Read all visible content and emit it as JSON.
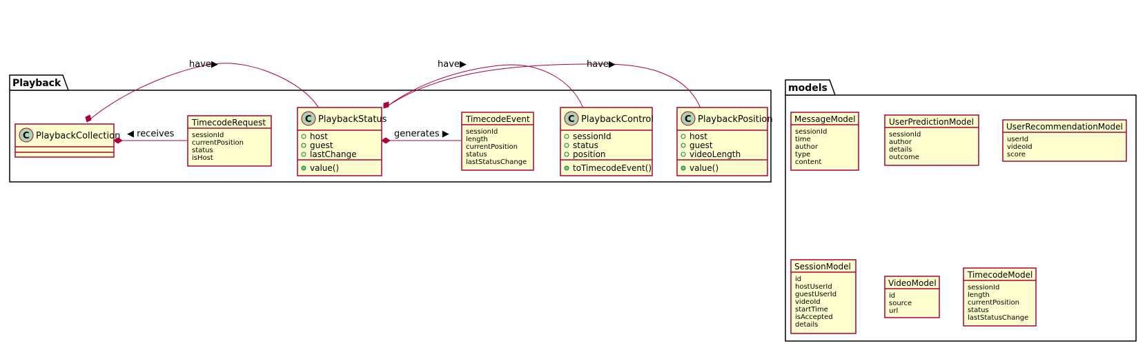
{
  "packages": {
    "playback": "Playback",
    "models": "models"
  },
  "classes": {
    "playbackCollection": {
      "name": "PlaybackCollection"
    },
    "timecodeRequest": {
      "name": "TimecodeRequest",
      "fields": [
        "sessionId",
        "currentPosition",
        "status",
        "isHost"
      ]
    },
    "playbackStatus": {
      "name": "PlaybackStatus",
      "fields": [
        "host",
        "guest",
        "lastChange"
      ],
      "methods": [
        "value()"
      ]
    },
    "timecodeEvent": {
      "name": "TimecodeEvent",
      "fields": [
        "sessionId",
        "length",
        "currentPosition",
        "status",
        "lastStatusChange"
      ]
    },
    "playbackControl": {
      "name": "PlaybackControl",
      "fields": [
        "sessionId",
        "status",
        "position"
      ],
      "methods": [
        "toTimecodeEvent()"
      ]
    },
    "playbackPosition": {
      "name": "PlaybackPosition",
      "fields": [
        "host",
        "guest",
        "videoLength"
      ],
      "methods": [
        "value()"
      ]
    },
    "messageModel": {
      "name": "MessageModel",
      "fields": [
        "sessionId",
        "time",
        "author",
        "type",
        "content"
      ]
    },
    "userPredictionModel": {
      "name": "UserPredictionModel",
      "fields": [
        "sessionId",
        "author",
        "details",
        "outcome"
      ]
    },
    "userRecommendationModel": {
      "name": "UserRecommendationModel",
      "fields": [
        "userId",
        "videoId",
        "score"
      ]
    },
    "sessionModel": {
      "name": "SessionModel",
      "fields": [
        "id",
        "hostUserId",
        "guestUserId",
        "videoId",
        "startTime",
        "isAccepted",
        "details"
      ]
    },
    "videoModel": {
      "name": "VideoModel",
      "fields": [
        "id",
        "source",
        "url"
      ]
    },
    "timecodeModel": {
      "name": "TimecodeModel",
      "fields": [
        "sessionId",
        "length",
        "currentPosition",
        "status",
        "lastStatusChange"
      ]
    }
  },
  "relations": {
    "receives": "◀ receives",
    "generates": "generates ▶",
    "have1": "have▶",
    "have2": "have▶",
    "have3": "have▶"
  },
  "icons": {
    "class_circle": "C"
  },
  "colors": {
    "class_fill": "#FEFECE",
    "border": "#A80036",
    "circle": "#ADD1B2"
  }
}
